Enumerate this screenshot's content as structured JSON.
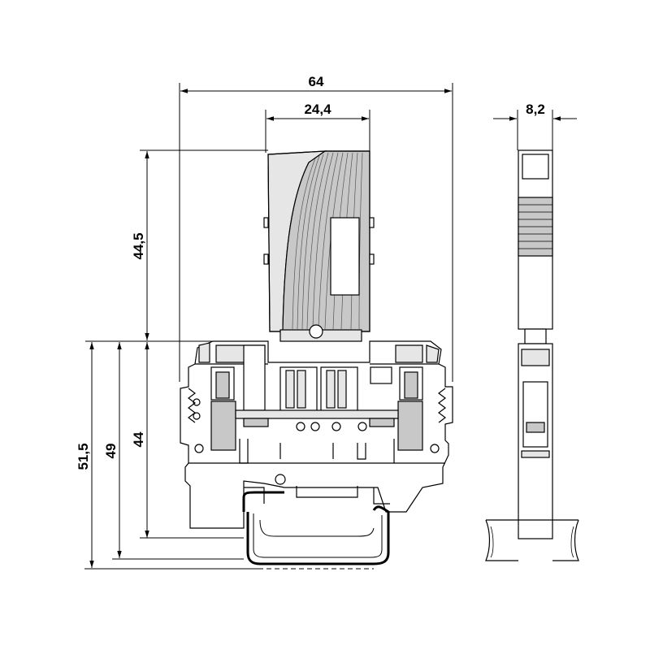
{
  "dimensions": {
    "overall_width": "64",
    "fuse_holder_width": "24,4",
    "side_width": "8,2",
    "fuse_holder_height": "44,5",
    "height_44": "44",
    "height_49": "49",
    "height_51_5": "51,5"
  },
  "colors": {
    "line": "#000000",
    "grey_fill": "#c8c8c8",
    "light_fill": "#e6e6e6",
    "background": "#ffffff"
  }
}
